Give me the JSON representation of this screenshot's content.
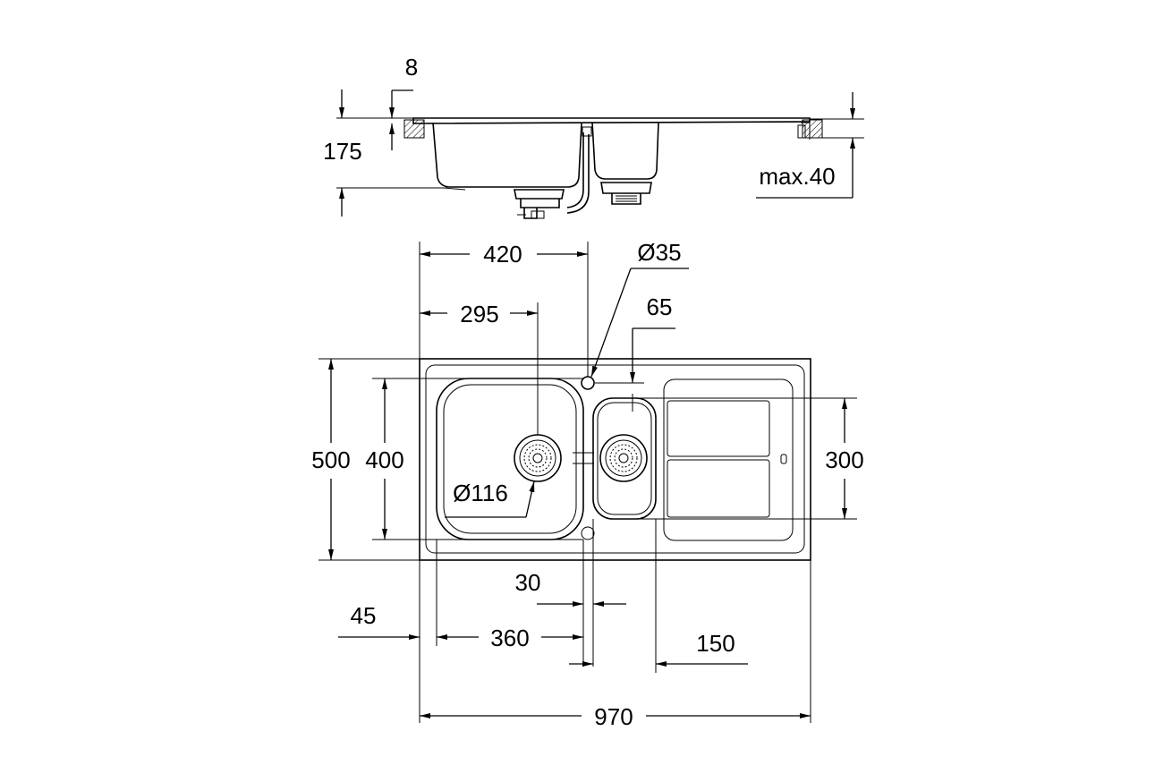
{
  "side_view": {
    "thickness_label": "8",
    "depth_label": "175",
    "max_label": "max.40"
  },
  "top_view": {
    "width_left_bowl_label": "420",
    "tap_hole_label": "Ø35",
    "waste_offset_label": "295",
    "small_waste_offset_label": "65",
    "overall_depth_label": "500",
    "bowl_depth_label": "400",
    "small_bowl_depth_label": "300",
    "waste_diameter_label": "Ø116",
    "gap_label": "30",
    "edge_label": "45",
    "left_bowl_width_label": "360",
    "small_bowl_width_label": "150",
    "overall_width_label": "970"
  },
  "colors": {
    "line": "#000000",
    "background": "#ffffff"
  }
}
